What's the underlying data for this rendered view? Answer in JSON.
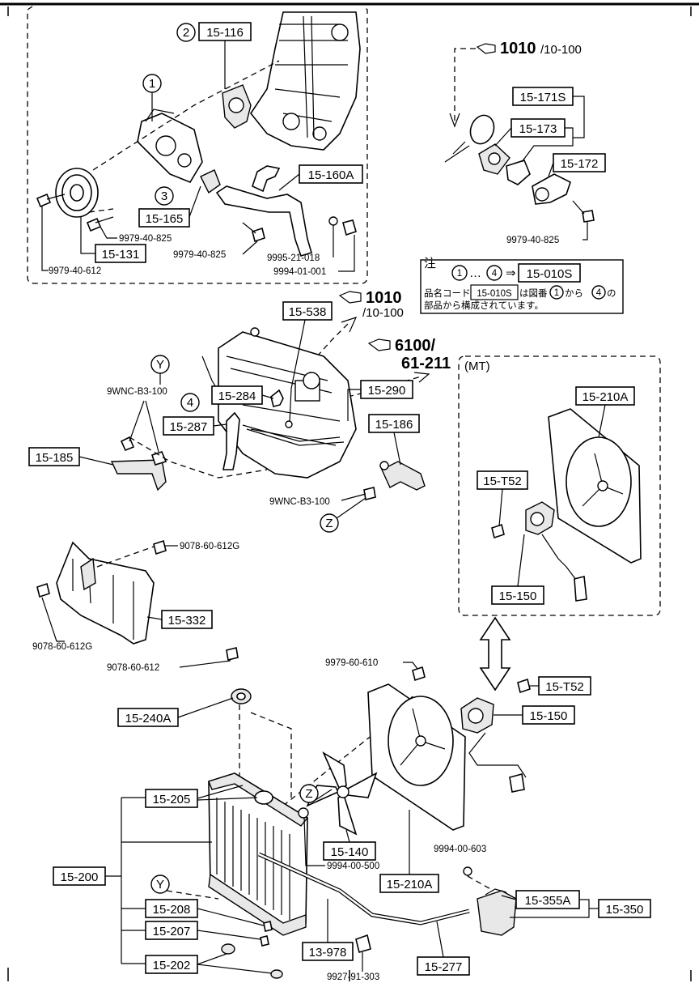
{
  "refs": {
    "top_right": {
      "main": "1010",
      "sub": "/10-100"
    },
    "mid_1010": {
      "main": "1010",
      "sub": "/10-100"
    },
    "mid_6100": {
      "main": "6100/",
      "sub": "61-211"
    }
  },
  "mt_label": "(MT)",
  "note": {
    "title": "注",
    "circle_a": "1",
    "ellipsis": "…",
    "circle_b": "4",
    "arrow": "⇒",
    "code": "15-010S",
    "line2_pre": "品名コード",
    "line2_code": "15-010S",
    "line2_mid": "は図番",
    "line2_c1": "1",
    "line2_kara": "から",
    "line2_c4": "4",
    "line2_no": "の",
    "line3": "部品から構成されています。"
  },
  "circles": {
    "c1": "1",
    "c2": "2",
    "c3": "3",
    "c4": "4",
    "y_top": "Y",
    "y_bottom": "Y",
    "z_mid": "Z",
    "z_bottom": "Z"
  },
  "parts": {
    "p15_116": "15-116",
    "p15_165": "15-165",
    "p15_160A": "15-160A",
    "p15_131": "15-131",
    "p15_171S": "15-171S",
    "p15_173": "15-173",
    "p15_172": "15-172",
    "p15_010S": "15-010S",
    "p15_538": "15-538",
    "p15_284": "15-284",
    "p15_290": "15-290",
    "p15_287": "15-287",
    "p15_186": "15-186",
    "p15_185": "15-185",
    "p15_332": "15-332",
    "p15_210A_mt": "15-210A",
    "p15_T52_mt": "15-T52",
    "p15_150_mt": "15-150",
    "p15_240A": "15-240A",
    "p15_T52": "15-T52",
    "p15_150": "15-150",
    "p15_205": "15-205",
    "p15_140": "15-140",
    "p15_200": "15-200",
    "p15_210A": "15-210A",
    "p15_208": "15-208",
    "p15_207": "15-207",
    "p15_355A": "15-355A",
    "p15_350": "15-350",
    "p15_202": "15-202",
    "p13_978": "13-978",
    "p15_277": "15-277"
  },
  "bolts": {
    "b9979_40_825_a": "9979-40-825",
    "b9979_40_825_b": "9979-40-825",
    "b9979_40_612": "9979-40-612",
    "b9995_21_018": "9995-21-018",
    "b9994_01_001": "9994-01-001",
    "b9979_40_825_r": "9979-40-825",
    "b9wnc_top": "9WNC-B3-100",
    "b9wnc_bottom": "9WNC-B3-100",
    "b9078_top": "9078-60-612G",
    "b9078_bottom": "9078-60-612G",
    "b9078_612": "9078-60-612",
    "b9979_60_610": "9979-60-610",
    "b9994_00_500": "9994-00-500",
    "b9994_00_603": "9994-00-603",
    "b9927_91_303": "9927-91-303"
  }
}
